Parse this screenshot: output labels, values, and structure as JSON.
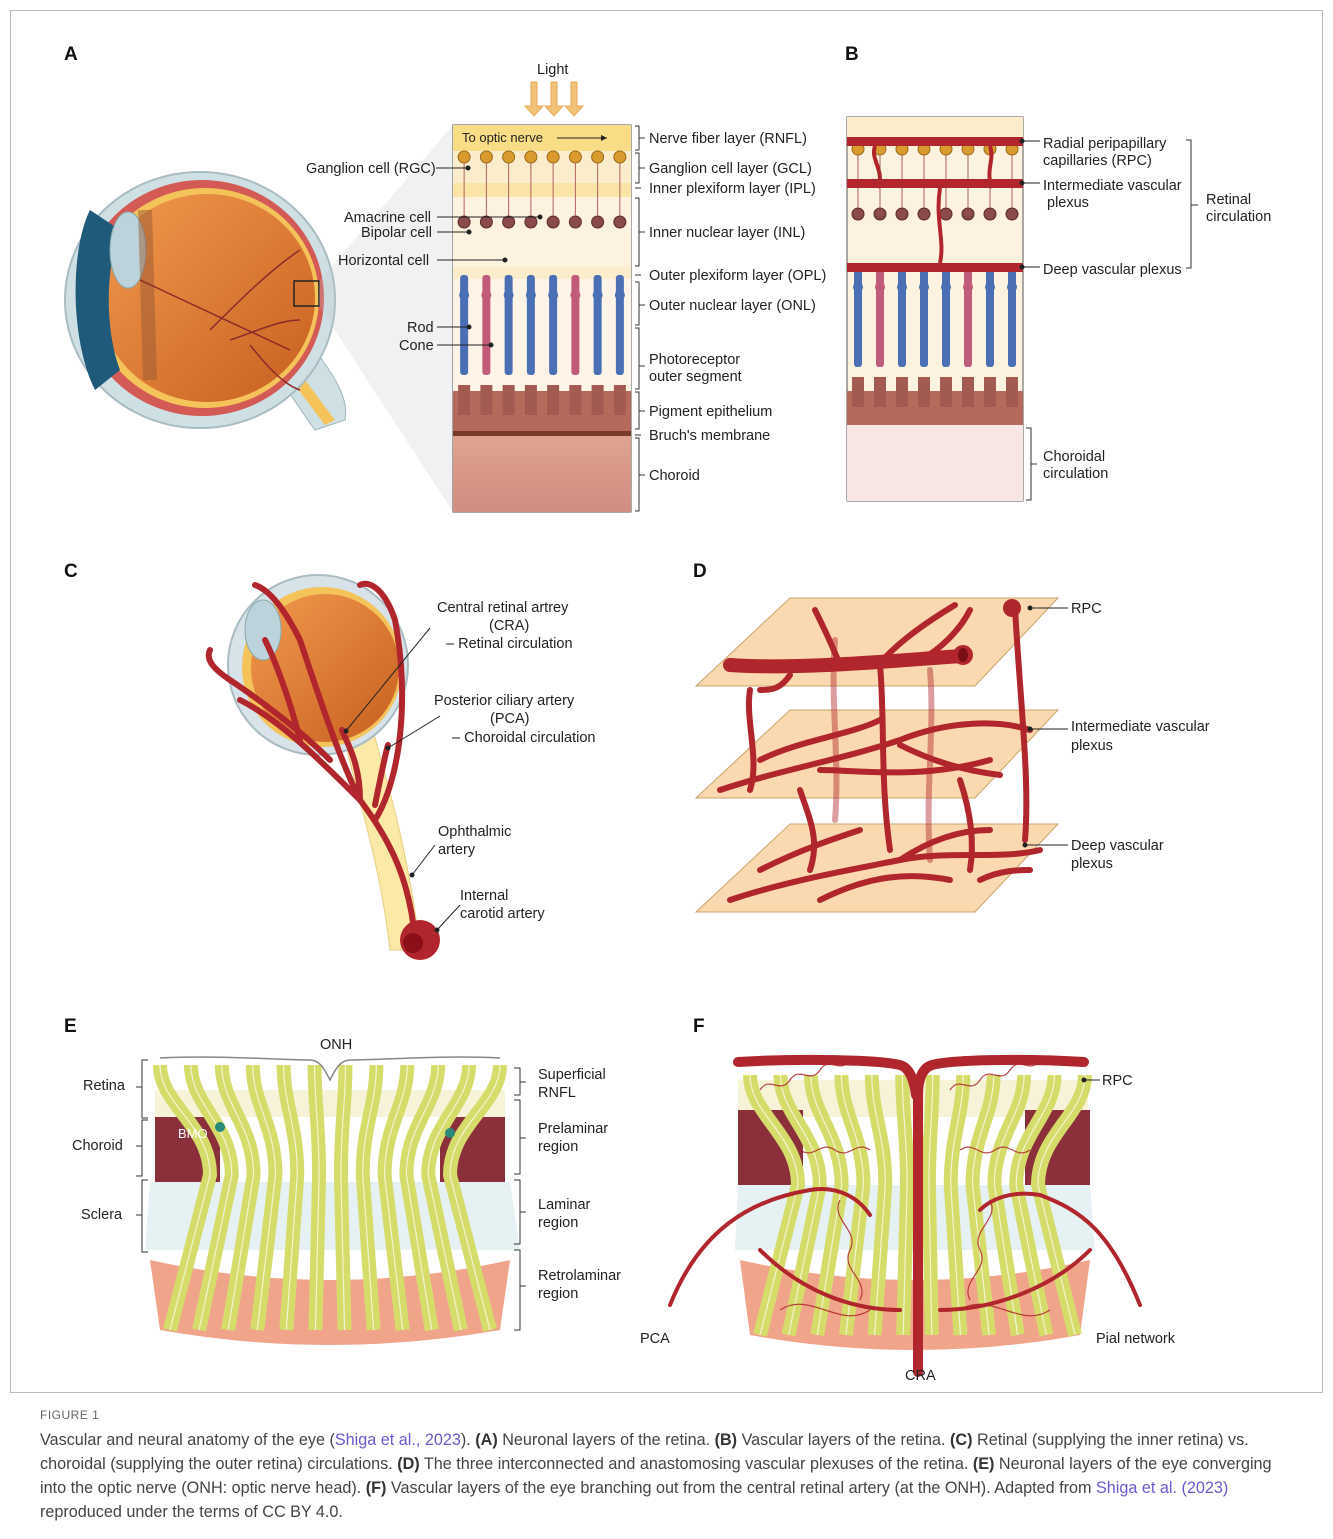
{
  "panels": {
    "a": "A",
    "b": "B",
    "c": "C",
    "d": "D",
    "e": "E",
    "f": "F"
  },
  "panelA": {
    "light": "Light",
    "to_optic_nerve": "To optic nerve",
    "left_labels": [
      "Ganglion cell (RGC)",
      "Amacrine cell",
      "Bipolar cell",
      "Horizontal cell",
      "Rod",
      "Cone"
    ],
    "right_labels": [
      "Nerve fiber layer (RNFL)",
      "Ganglion cell layer (GCL)",
      "Inner plexiform layer (IPL)",
      "Inner nuclear layer (INL)",
      "Outer plexiform layer (OPL)",
      "Outer nuclear layer (ONL)",
      "Photoreceptor",
      "outer segment",
      "Pigment epithelium",
      "Bruch's membrane",
      "Choroid"
    ]
  },
  "panelB": {
    "labels": [
      "Radial peripapillary",
      "capillaries (RPC)",
      "Intermediate vascular",
      "plexus",
      "Deep vascular plexus",
      "Retinal",
      "circulation",
      "Choroidal",
      "circulation"
    ]
  },
  "panelC": {
    "labels": [
      "Central retinal artrey",
      "(CRA)",
      "– Retinal circulation",
      "Posterior ciliary artery",
      "(PCA)",
      "– Choroidal circulation",
      "Ophthalmic",
      "artery",
      "Internal",
      "carotid artery"
    ]
  },
  "panelD": {
    "labels": [
      "RPC",
      "Intermediate vascular",
      "plexus",
      "Deep vascular",
      "plexus"
    ]
  },
  "panelE": {
    "labels": [
      "ONH",
      "Retina",
      "Choroid",
      "Sclera",
      "BMO",
      "Superficial",
      "RNFL",
      "Prelaminar",
      "region",
      "Laminar",
      "region",
      "Retrolaminar",
      "region"
    ]
  },
  "panelF": {
    "labels": [
      "RPC",
      "PCA",
      "CRA",
      "Pial network"
    ]
  },
  "colors": {
    "vessel": "#b0262c",
    "eye": "#e8803a",
    "rod": "#4a6fb5",
    "cone": "#c25a7a",
    "nerve": "#d8dc7a"
  },
  "caption": {
    "head": "FIGURE 1",
    "t1": "Vascular and neural anatomy of the eye (",
    "cite1": "Shiga et al., 2023",
    "t2": "). ",
    "bA": "(A)",
    "tA": " Neuronal layers of the retina. ",
    "bB": "(B)",
    "tB": " Vascular layers of the retina. ",
    "bC": "(C)",
    "tC": " Retinal (supplying the inner retina) vs. choroidal (supplying the outer retina) circulations. ",
    "bD": "(D)",
    "tD": " The three interconnected and anastomosing vascular plexuses of the retina. ",
    "bE": "(E)",
    "tE": " Neuronal layers of the eye converging into the optic nerve (ONH: optic nerve head). ",
    "bF": "(F)",
    "tF": " Vascular layers of the eye branching out from the central retinal artery (at the ONH). Adapted from ",
    "cite2": "Shiga et al. (2023)",
    "t3": " reproduced under the terms of CC BY 4.0."
  }
}
